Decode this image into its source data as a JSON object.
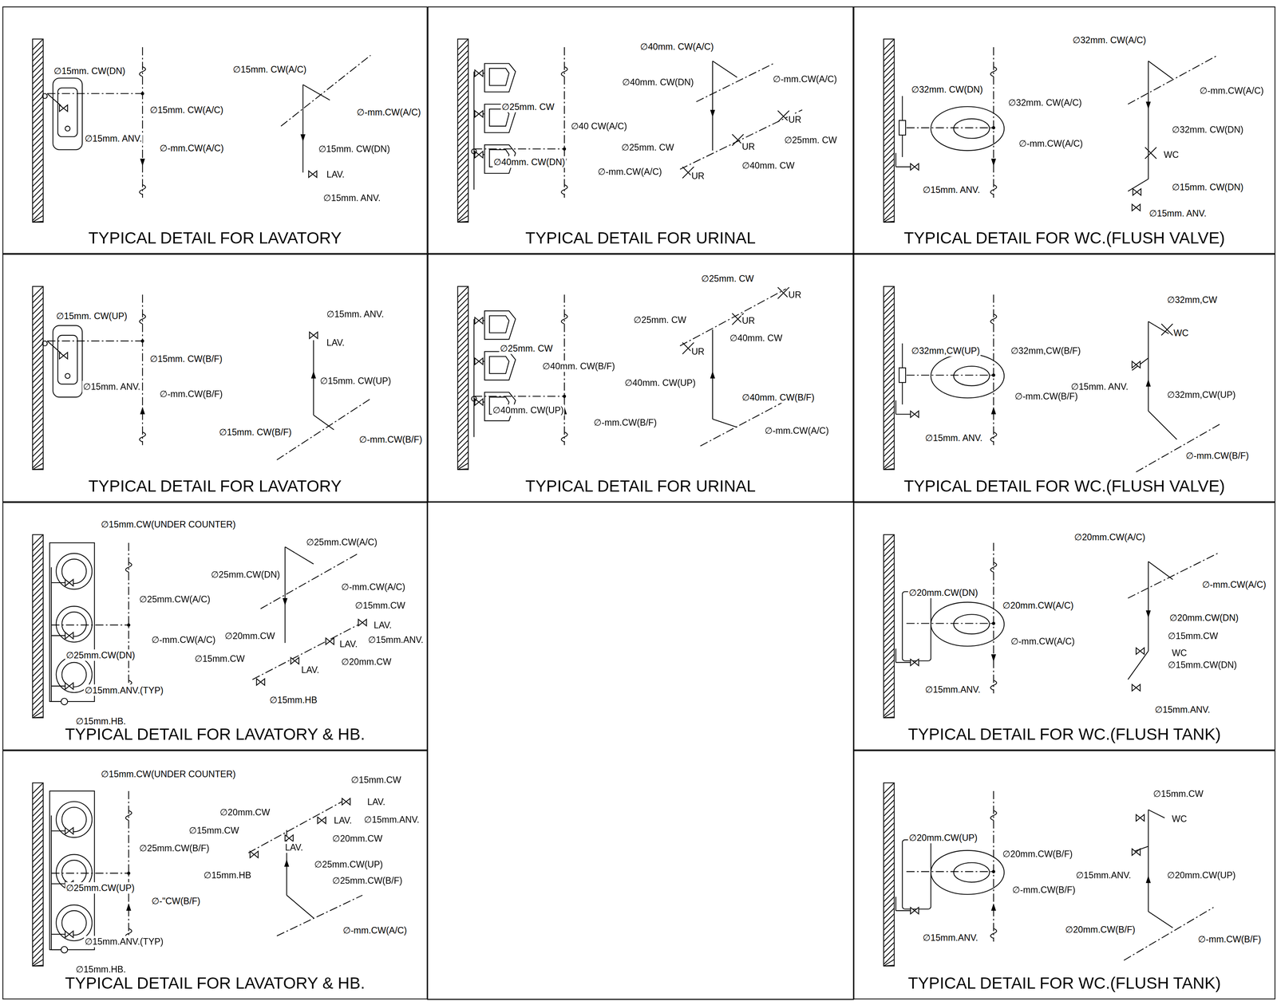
{
  "diagram": {
    "nodes": [
      {
        "text": [
          "TYPICAL DETAIL FOR LAVATORY"
        ]
      },
      {
        "text": [
          "TYPICAL DETAIL FOR URINAL"
        ]
      },
      {
        "text": [
          "TYPICAL DETAIL FOR WC.(FLUSH VALVE)"
        ]
      },
      {
        "text": [
          "TYPICAL DETAIL FOR LAVATORY"
        ]
      },
      {
        "text": [
          "TYPICAL DETAIL FOR URINAL"
        ]
      },
      {
        "text": [
          "TYPICAL DETAIL FOR WC.(FLUSH VALVE)"
        ]
      },
      {
        "text": [
          "TYPICAL DETAIL FOR LAVATORY & HB."
        ]
      },
      {
        "text": [
          "TYPICAL DETAIL FOR WC.(FLUSH TANK)"
        ]
      },
      {
        "text": [
          "TYPICAL DETAIL FOR LAVATORY & HB."
        ]
      },
      {
        "text": [
          "TYPICAL DETAIL FOR WC.(FLUSH TANK)"
        ]
      }
    ],
    "labels": [
      "∅15mm. CW(DN)",
      "∅15mm. CW(A/C)",
      "∅15mm. ANV.",
      "∅-mm.CW(A/C)",
      "∅15mm. CW(A/C)",
      "∅-mm.CW(A/C)",
      "∅15mm. CW(DN)",
      "LAV.",
      "∅15mm. ANV.",
      "∅40mm. CW(A/C)",
      "∅40mm. CW(DN)",
      "∅-mm.CW(A/C)",
      "∅25mm. CW",
      "UR",
      "∅40 CW(A/C)",
      "∅25mm. CW",
      "UR",
      "∅25mm. CW",
      "∅40mm. CW(DN)",
      "∅40mm. CW",
      "∅-mm.CW(A/C)",
      "UR",
      "∅32mm. CW(A/C)",
      "∅32mm. CW(DN)",
      "∅-mm.CW(A/C)",
      "∅32mm. CW(A/C)",
      "∅32mm. CW(DN)",
      "∅-mm.CW(A/C)",
      "WC",
      "∅15mm. CW(DN)",
      "∅15mm. ANV.",
      "∅15mm. ANV.",
      "∅15mm. CW(UP)",
      "∅15mm. ANV.",
      "LAV.",
      "∅15mm. CW(B/F)",
      "∅15mm. CW(UP)",
      "∅15mm. ANV.",
      "∅-mm.CW(B/F)",
      "∅15mm. CW(B/F)",
      "∅-mm.CW(B/F)",
      "∅25mm. CW",
      "UR",
      "∅25mm. CW",
      "UR",
      "∅40mm. CW",
      "∅25mm. CW",
      "UR",
      "∅40mm. CW(B/F)",
      "∅40mm. CW(UP)",
      "∅40mm. CW(B/F)",
      "∅40mm. CW(UP)",
      "∅-mm.CW(B/F)",
      "∅-mm.CW(A/C)",
      "∅32mm,CW",
      "WC",
      "∅32mm,CW(UP)",
      "∅32mm,CW(B/F)",
      "∅15mm. ANV.",
      "∅32mm,CW(UP)",
      "∅-mm.CW(B/F)",
      "∅15mm. ANV.",
      "∅-mm.CW(B/F)",
      "∅15mm.CW(UNDER COUNTER)",
      "∅25mm.CW(A/C)",
      "∅25mm.CW(DN)",
      "∅-mm.CW(A/C)",
      "∅25mm.CW(A/C)",
      "∅15mm.CW",
      "LAV.",
      "∅20mm.CW",
      "∅-mm.CW(A/C)",
      "∅15mm.ANV.",
      "LAV.",
      "∅25mm.CW(DN)",
      "∅15mm.CW",
      "∅20mm.CW",
      "LAV.",
      "∅15mm.ANV.(TYP)",
      "∅15mm.HB",
      "∅15mm.HB.",
      "∅15mm.CW(UNDER COUNTER)",
      "∅15mm.CW",
      "LAV.",
      "∅20mm.CW",
      "∅15mm.ANV.",
      "LAV.",
      "∅15mm.CW",
      "∅20mm.CW",
      "LAV.",
      "∅25mm.CW(B/F)",
      "∅25mm.CW(UP)",
      "∅15mm.HB",
      "∅25mm.CW(B/F)",
      "∅25mm.CW(UP)",
      "∅-\"CW(B/F)",
      "∅-mm.CW(A/C)",
      "∅15mm.ANV.(TYP)",
      "∅15mm.HB.",
      "∅20mm.CW(A/C)",
      "∅-mm.CW(A/C)",
      "∅20mm.CW(DN)",
      "∅20mm.CW(A/C)",
      "∅20mm.CW(DN)",
      "∅15mm.CW",
      "∅-mm.CW(A/C)",
      "WC",
      "∅15mm.CW(DN)",
      "∅15mm.ANV.",
      "∅15mm.ANV.",
      "∅15mm.CW",
      "WC",
      "∅20mm.CW(UP)",
      "∅20mm.CW(B/F)",
      "∅15mm.ANV.",
      "∅20mm.CW(UP)",
      "∅-mm.CW(B/F)",
      "∅20mm.CW(B/F)",
      "∅15mm.ANV.",
      "∅-mm.CW(B/F)"
    ]
  }
}
